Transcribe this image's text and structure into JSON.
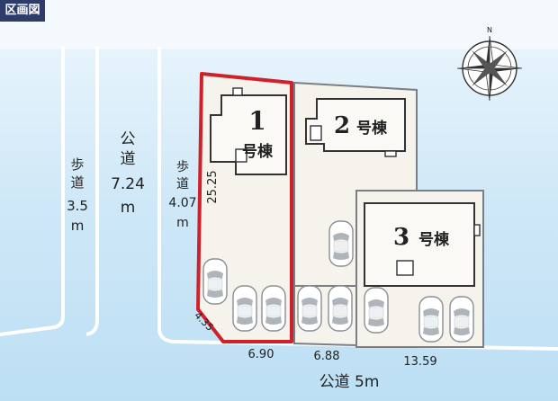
{
  "header": {
    "title": "区画図"
  },
  "colors": {
    "background": "#ffffff",
    "road": "#bfe0f5",
    "lot": "#f6f3ec",
    "building": "#faf9f6",
    "highlight": "#d0202a",
    "header_bg": "#2e3c6b"
  },
  "roads": {
    "sidewalk_left": {
      "chars": [
        "歩",
        "道"
      ],
      "width": "3.5",
      "unit": "m"
    },
    "public_road_left": {
      "chars": [
        "公",
        "道"
      ],
      "width": "7.24",
      "unit": "m"
    },
    "sidewalk_right": {
      "chars": [
        "歩",
        "道"
      ],
      "width": "4.07",
      "unit": "m"
    },
    "public_road_bottom": {
      "label": "公道 5m"
    }
  },
  "lots": [
    {
      "id": "lot-1",
      "building_number": "1",
      "building_suffix": "号棟",
      "highlighted": true,
      "side_length": "25.25",
      "corner_cut": "4.35",
      "frontage": "6.90"
    },
    {
      "id": "lot-2",
      "building_number": "2",
      "building_suffix": "号棟",
      "highlighted": false,
      "frontage": "6.88"
    },
    {
      "id": "lot-3",
      "building_number": "3",
      "building_suffix": "号棟",
      "highlighted": false,
      "frontage": "13.59"
    }
  ],
  "compass": {
    "north_label": "N"
  },
  "icons": [
    "compass-rose-icon",
    "car-icon"
  ]
}
